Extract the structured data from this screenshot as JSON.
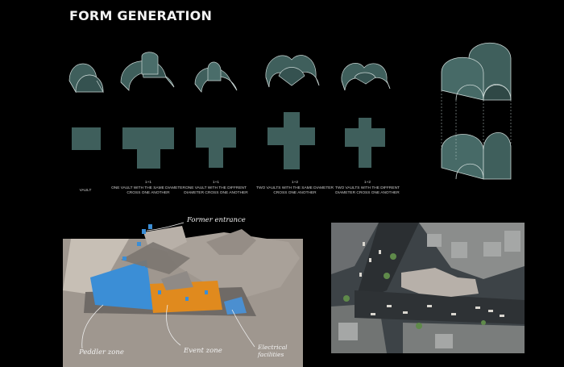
{
  "title": "FORM GENERATION",
  "diagrams": [
    {
      "ratio": "",
      "caption": "VAULT"
    },
    {
      "ratio": "1+1",
      "caption": "ONE VAULT WITH THE SAME DIAMETER CROSS ONE ANOTHER"
    },
    {
      "ratio": "1+1",
      "caption": "ONE VAULT WITH THE DIFFRENT DIAMETER CROSS ONE ANOTHER"
    },
    {
      "ratio": "1+2",
      "caption": "TWO VAULTS WITH THE SAME DIAMETER CROSS ONE ANOTHER"
    },
    {
      "ratio": "1+2",
      "caption": "TWO VAULTS WITH THE DIFFRENT DIAMETER CROSS ONE ANOTHER"
    }
  ],
  "plan_labels": {
    "former_entrance": "Former entrance",
    "peddler_zone": "Peddler zone",
    "event_zone": "Event zone",
    "electrical": "Electrical facilities"
  },
  "colors": {
    "shell": "#3f5f5c",
    "shell_stroke": "#c9d6d4",
    "water": "#3b8ed6",
    "event": "#e08a1e"
  }
}
